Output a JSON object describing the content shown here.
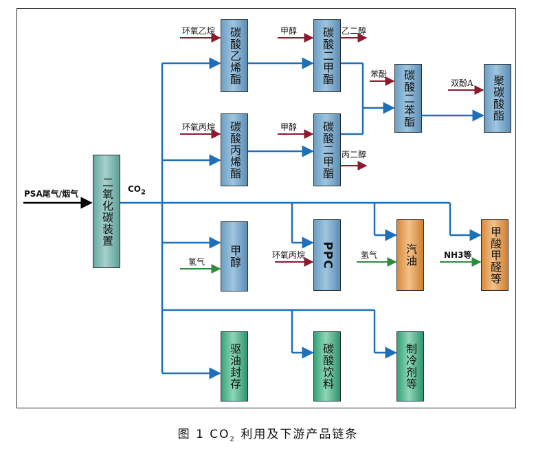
{
  "caption": {
    "prefix": "图 1  CO",
    "sub": "2",
    "suffix": " 利用及下游产品链条"
  },
  "input_label": "PSA尾气/烟气",
  "co2_label": {
    "main": "CO",
    "sub": "2"
  },
  "boxes": {
    "co2_device": "二氧化碳装置",
    "ethylene_carbonate": "碳酸乙烯酯",
    "propylene_carbonate": "碳酸丙烯酯",
    "dmc_top": "碳酸二甲酯",
    "dmc_bottom": "碳酸二甲酯",
    "diphenyl_carbonate": "碳酸二苯酯",
    "polycarbonate": "聚碳酸酯",
    "methanol": "甲醇",
    "ppc": "PPC",
    "gasoline": "汽油",
    "formic": "甲酸甲醛等",
    "eor": "驱油封存",
    "beverage": "碳酸饮料",
    "refrigerant": "制冷剂等"
  },
  "labels": {
    "ethylene_oxide": "环氧乙烷",
    "propylene_oxide_top": "环氧丙烷",
    "methanol_in_top": "甲醇",
    "methanol_in_bottom": "甲醇",
    "ethylene_glycol": "乙二醇",
    "propylene_glycol": "丙二醇",
    "phenol": "苯酚",
    "bisphenol_a": "双酚A",
    "hydrogen_methanol": "氢气",
    "propylene_oxide_ppc": "环氧丙烷",
    "hydrogen_gasoline": "氢气",
    "nh3": "NH3等"
  },
  "colors": {
    "flow": "#1d6fb8",
    "reagent": "#8b1a2b",
    "hydrogen": "#2e8b3a",
    "input": "#000000"
  }
}
